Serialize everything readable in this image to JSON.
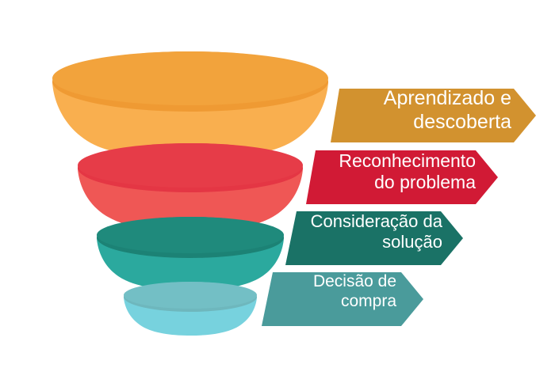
{
  "diagram": {
    "type": "funnel",
    "title": "",
    "orientation": "vertical",
    "background_color": "#ffffff",
    "stages": [
      {
        "index": 1,
        "label": "Aprendizado e descoberta",
        "label_line_1": "Aprendizado e",
        "label_line_2": "descoberta",
        "funnel_top_color": "#ef9a33",
        "funnel_body_color": "#f9af4f",
        "arrow_color": "#d2922f",
        "label_text_color": "#ffffff"
      },
      {
        "index": 2,
        "label": "Reconhecimento do problema",
        "label_line_1": "Reconhecimento",
        "label_line_2": "do problema",
        "funnel_top_color": "#e43644",
        "funnel_body_color": "#ef5755",
        "arrow_color": "#d11a35",
        "label_text_color": "#ffffff"
      },
      {
        "index": 3,
        "label": "Consideração da solução",
        "label_line_1": "Consideração",
        "label_line_2": "da solução",
        "funnel_top_color": "#1c8275",
        "funnel_body_color": "#2ba99e",
        "arrow_color": "#1a7266",
        "label_text_color": "#ffffff"
      },
      {
        "index": 4,
        "label": "Decisão de compra",
        "label_line_1": "Decisão",
        "label_line_2": "de compra",
        "funnel_top_color": "#6eb7bd",
        "funnel_body_color": "#77d2de",
        "arrow_color": "#4a9b9b",
        "label_text_color": "#ffffff"
      }
    ]
  }
}
